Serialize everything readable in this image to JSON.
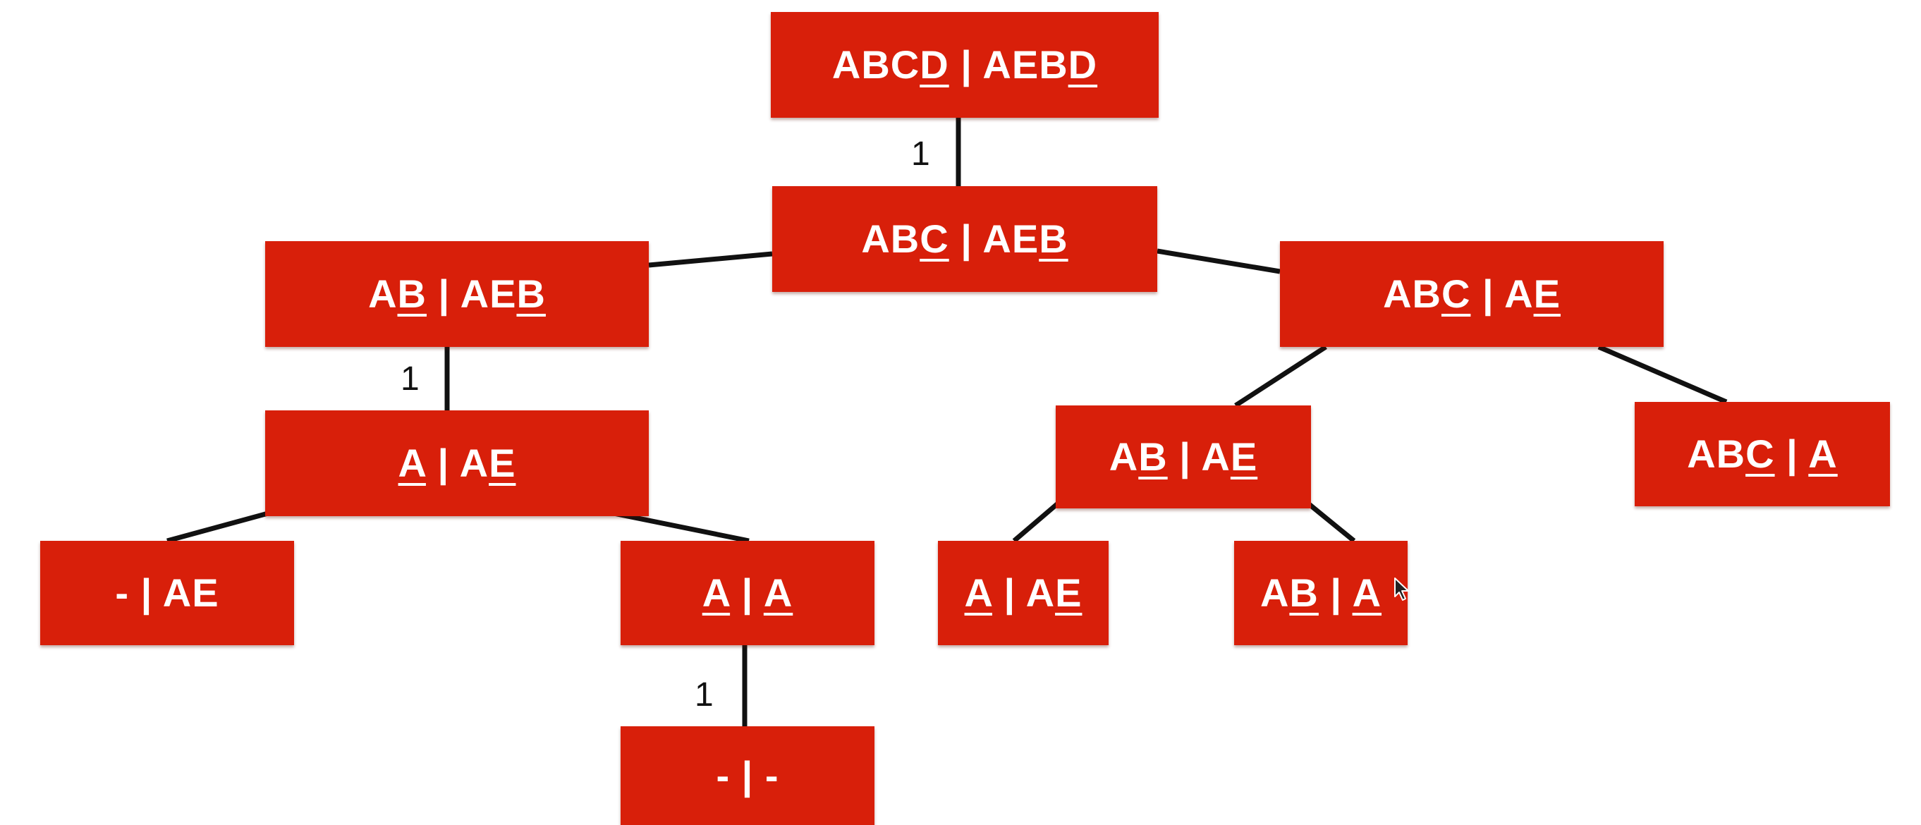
{
  "nodes": [
    {
      "id": "n1",
      "label": "ABCD | AEBD",
      "segments": [
        {
          "t": "ABC"
        },
        {
          "t": "D",
          "u": true
        },
        {
          "t": " | AEB"
        },
        {
          "t": "D",
          "u": true
        }
      ]
    },
    {
      "id": "n2",
      "label": "ABC | AEB",
      "segments": [
        {
          "t": "AB"
        },
        {
          "t": "C",
          "u": true
        },
        {
          "t": " | AE"
        },
        {
          "t": "B",
          "u": true
        }
      ]
    },
    {
      "id": "n3",
      "label": "AB | AEB",
      "segments": [
        {
          "t": "A"
        },
        {
          "t": "B",
          "u": true
        },
        {
          "t": " | AE"
        },
        {
          "t": "B",
          "u": true
        }
      ]
    },
    {
      "id": "n4",
      "label": "ABC | AE",
      "segments": [
        {
          "t": "AB"
        },
        {
          "t": "C",
          "u": true
        },
        {
          "t": " | A"
        },
        {
          "t": "E",
          "u": true
        }
      ]
    },
    {
      "id": "n5",
      "label": "A | AE",
      "segments": [
        {
          "t": "A",
          "u": true
        },
        {
          "t": " | A"
        },
        {
          "t": "E",
          "u": true
        }
      ]
    },
    {
      "id": "n6",
      "label": "AB | AE",
      "segments": [
        {
          "t": "A"
        },
        {
          "t": "B",
          "u": true
        },
        {
          "t": " | A"
        },
        {
          "t": "E",
          "u": true
        }
      ]
    },
    {
      "id": "n7",
      "label": "ABC | A",
      "segments": [
        {
          "t": "AB"
        },
        {
          "t": "C",
          "u": true
        },
        {
          "t": " | "
        },
        {
          "t": "A",
          "u": true
        }
      ]
    },
    {
      "id": "n8",
      "label": "- | AE",
      "segments": [
        {
          "t": "- | AE"
        }
      ]
    },
    {
      "id": "n9",
      "label": "A | A",
      "segments": [
        {
          "t": "A",
          "u": true
        },
        {
          "t": " | "
        },
        {
          "t": "A",
          "u": true
        }
      ]
    },
    {
      "id": "n10",
      "label": "A | AE",
      "segments": [
        {
          "t": "A",
          "u": true
        },
        {
          "t": " | A"
        },
        {
          "t": "E",
          "u": true
        }
      ]
    },
    {
      "id": "n11",
      "label": "AB | A",
      "segments": [
        {
          "t": "A"
        },
        {
          "t": "B",
          "u": true
        },
        {
          "t": " | "
        },
        {
          "t": "A",
          "u": true
        }
      ]
    },
    {
      "id": "n12",
      "label": "- | -",
      "segments": [
        {
          "t": "- | -"
        }
      ]
    }
  ],
  "edges": [
    {
      "from": "n1",
      "to": "n2",
      "weight": "1"
    },
    {
      "from": "n2",
      "to": "n3",
      "weight": ""
    },
    {
      "from": "n2",
      "to": "n4",
      "weight": ""
    },
    {
      "from": "n3",
      "to": "n5",
      "weight": "1"
    },
    {
      "from": "n4",
      "to": "n6",
      "weight": ""
    },
    {
      "from": "n4",
      "to": "n7",
      "weight": ""
    },
    {
      "from": "n5",
      "to": "n8",
      "weight": ""
    },
    {
      "from": "n5",
      "to": "n9",
      "weight": ""
    },
    {
      "from": "n6",
      "to": "n10",
      "weight": ""
    },
    {
      "from": "n6",
      "to": "n11",
      "weight": ""
    },
    {
      "from": "n9",
      "to": "n12",
      "weight": "1"
    }
  ],
  "colors": {
    "node_fill": "#d81f0a",
    "node_text": "#ffffff",
    "edge": "#111111",
    "background": "#ffffff"
  }
}
